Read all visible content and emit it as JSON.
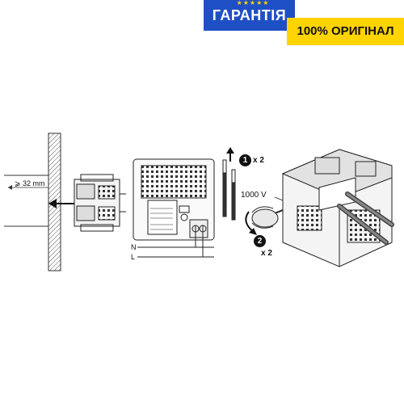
{
  "badge": {
    "guarantee": "ГАРАНТІЯ",
    "stars": "★★★★★",
    "original": "100% ОРИГІНАЛ"
  },
  "labels": {
    "depth": "⩾ 32 mm",
    "voltage": "1000 V",
    "step1_count": "x 2",
    "step2_count": "x 2",
    "neutral": "N",
    "line": "L",
    "step1_num": "1",
    "step2_num": "2"
  },
  "colors": {
    "badge_blue": "#1f4fc4",
    "badge_yellow": "#ffd400"
  }
}
